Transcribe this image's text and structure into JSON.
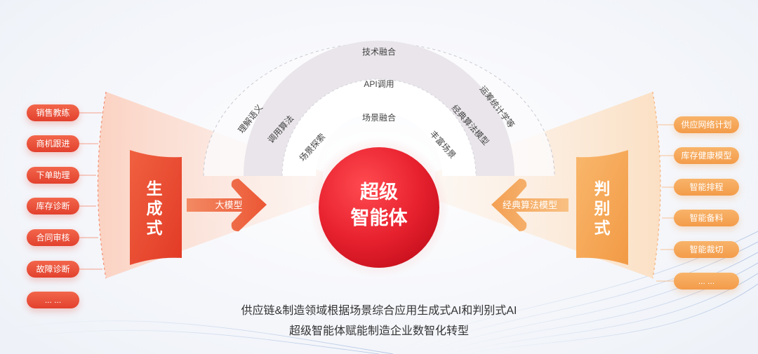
{
  "core": {
    "line1": "超级",
    "line2": "智能体"
  },
  "generative": {
    "title_chars": [
      "生",
      "成",
      "式"
    ],
    "arrow_label": "大模型",
    "items": [
      "销售教练",
      "商机跟进",
      "下单助理",
      "库存诊断",
      "合同审核",
      "故障诊断",
      "... ..."
    ]
  },
  "discriminative": {
    "title_chars": [
      "判",
      "别",
      "式"
    ],
    "arrow_label": "经典算法模型",
    "items": [
      "供应网络计划",
      "库存健康模型",
      "智能排程",
      "智能备料",
      "智能裁切",
      "... ..."
    ]
  },
  "rings": {
    "outer": {
      "top": "技术融合",
      "left": "理解语义",
      "right": "运筹统计学等"
    },
    "middle": {
      "top": "API调用",
      "left": "调用算法",
      "right": "经典算法模型"
    },
    "inner": {
      "top": "场景融合",
      "left": "场景探索",
      "right": "丰富场景"
    }
  },
  "footer": {
    "line1": "供应链&制造领域根据场景综合应用生成式AI和判别式AI",
    "line2": "超级智能体赋能制造企业数智化转型"
  },
  "colors": {
    "primary_red": "#e8222f",
    "generative_red": "#e8472f",
    "discriminative_orange": "#f39c4a"
  }
}
